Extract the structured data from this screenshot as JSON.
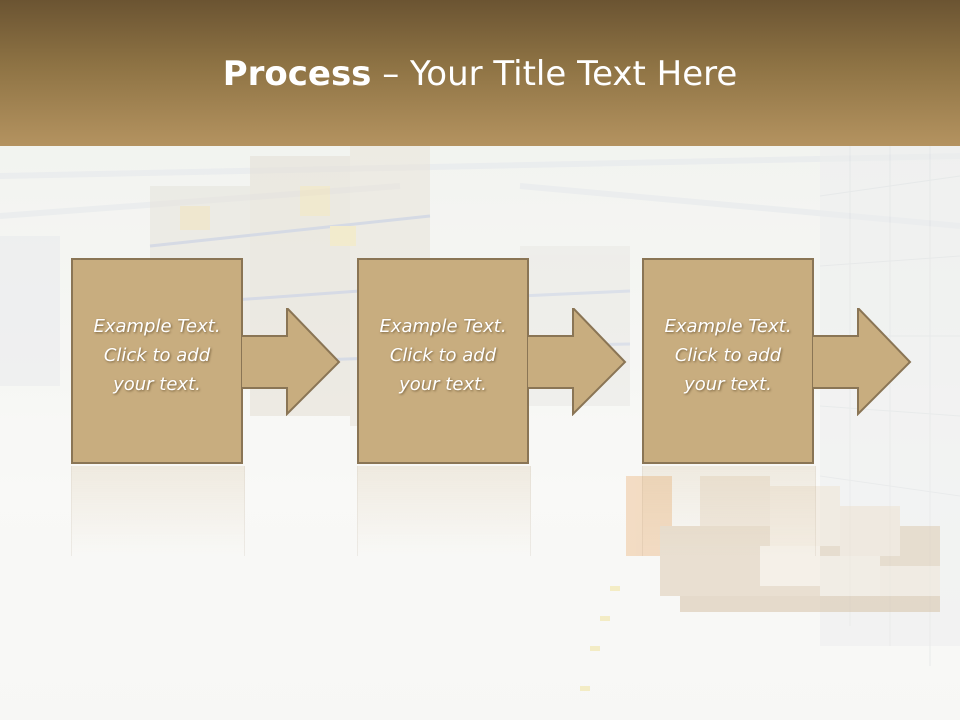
{
  "slide": {
    "title_bold": "Process",
    "title_rest": " – Your Title Text Here"
  },
  "steps": [
    {
      "line1": "Example Text.",
      "line2": "Click  to add",
      "line3": "your text."
    },
    {
      "line1": "Example Text.",
      "line2": "Click  to add",
      "line3": "your text."
    },
    {
      "line1": "Example Text.",
      "line2": "Click  to add",
      "line3": "your text."
    }
  ],
  "colors": {
    "title_bar_top": "#6b5432",
    "title_bar_bottom": "#b49360",
    "box_fill": "#c8ad7f",
    "box_border": "#8a7555",
    "text": "#ffffff"
  },
  "background_image": "warehouse-photo"
}
